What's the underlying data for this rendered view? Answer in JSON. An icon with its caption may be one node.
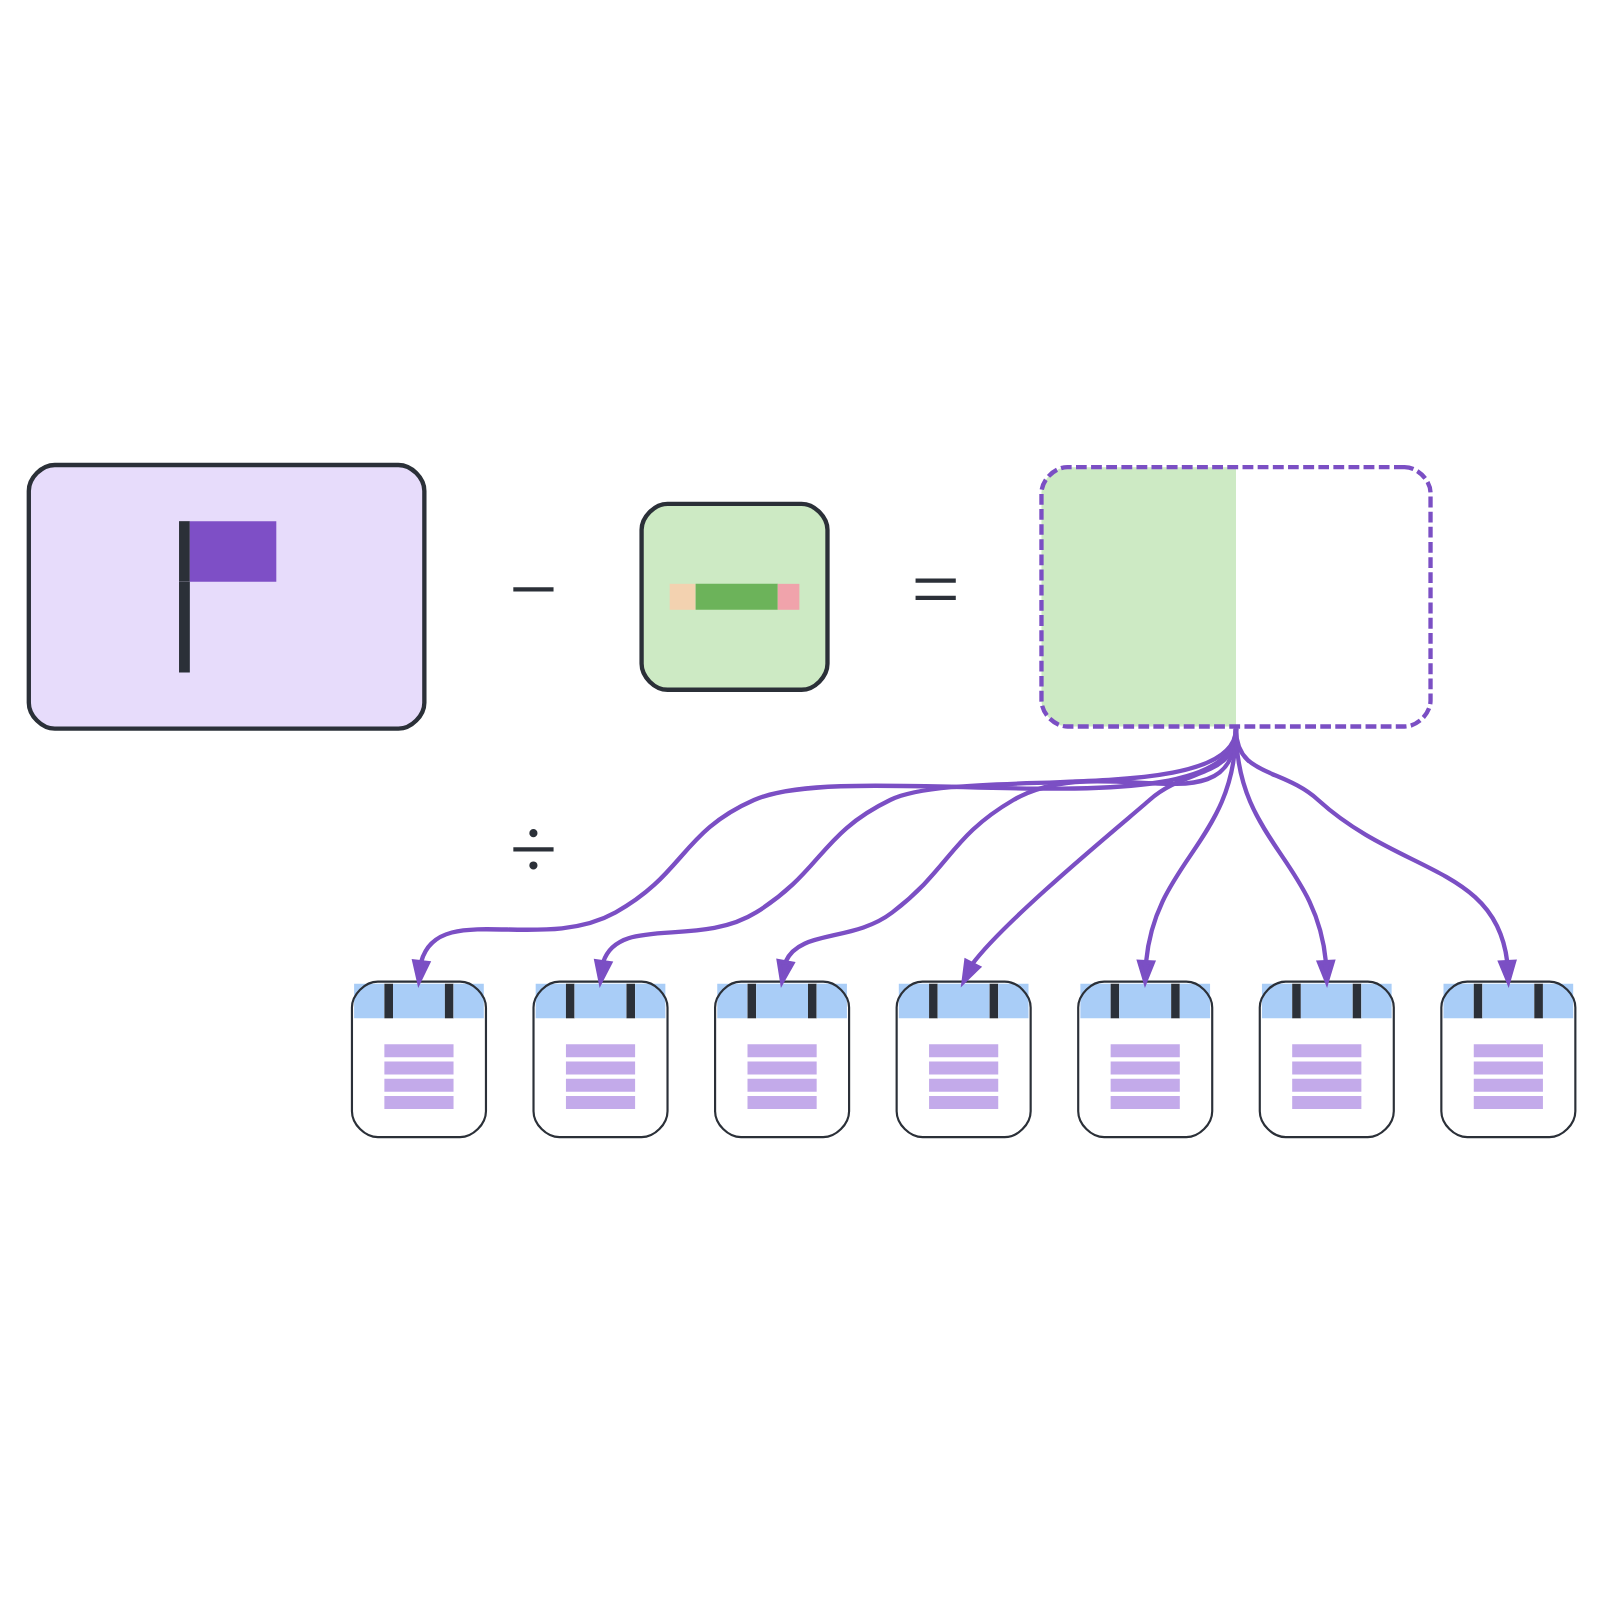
{
  "diagram": {
    "nodes": [
      {
        "text": [],
        "shape": "picture"
      },
      {
        "text": [],
        "shape": "picture"
      },
      {
        "text": [],
        "shape": "box"
      },
      {
        "text": [],
        "shape": "picture"
      },
      {
        "text": [],
        "shape": "picture"
      },
      {
        "text": [],
        "shape": "picture"
      },
      {
        "text": [],
        "shape": "picture"
      },
      {
        "text": [],
        "shape": "picture"
      },
      {
        "text": [],
        "shape": "picture"
      },
      {
        "text": [],
        "shape": "picture"
      }
    ],
    "edges": [
      {
        "from": 2,
        "to": 3,
        "arrow": "to"
      },
      {
        "from": 2,
        "to": 4,
        "arrow": "to"
      },
      {
        "from": 2,
        "to": 5,
        "arrow": "to"
      },
      {
        "from": 2,
        "to": 6,
        "arrow": "to"
      },
      {
        "from": 2,
        "to": 7,
        "arrow": "to"
      },
      {
        "from": 2,
        "to": 8,
        "arrow": "to"
      },
      {
        "from": 2,
        "to": 9,
        "arrow": "to"
      }
    ],
    "labels": [
      "−",
      "=",
      "÷"
    ]
  }
}
